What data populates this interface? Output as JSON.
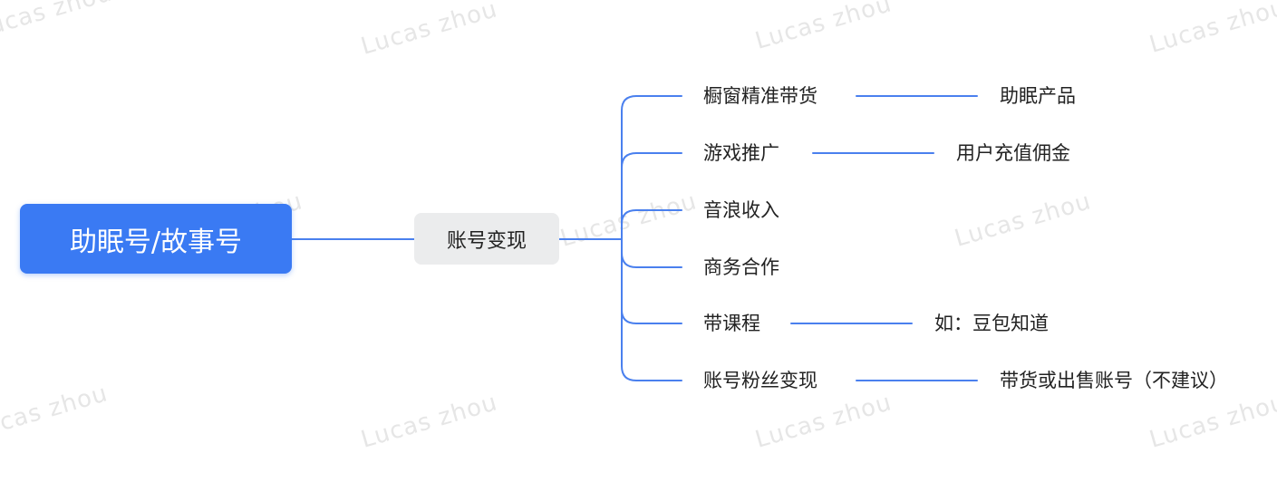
{
  "root": {
    "label": "助眠号/故事号"
  },
  "branch": {
    "label": "账号变现"
  },
  "items": [
    {
      "label": "橱窗精准带货",
      "detail": "助眠产品"
    },
    {
      "label": "游戏推广",
      "detail": "用户充值佣金"
    },
    {
      "label": "音浪收入"
    },
    {
      "label": "商务合作"
    },
    {
      "label": "带课程",
      "detail": "如：豆包知道"
    },
    {
      "label": "账号粉丝变现",
      "detail": "带货或出售账号（不建议）"
    }
  ],
  "watermark": {
    "text": "Lucas zhou"
  },
  "colors": {
    "root_fill": "#3a7af3",
    "branch_fill": "#ebeced",
    "edge": "#4a80ee",
    "watermark": "#e6e6e6"
  }
}
